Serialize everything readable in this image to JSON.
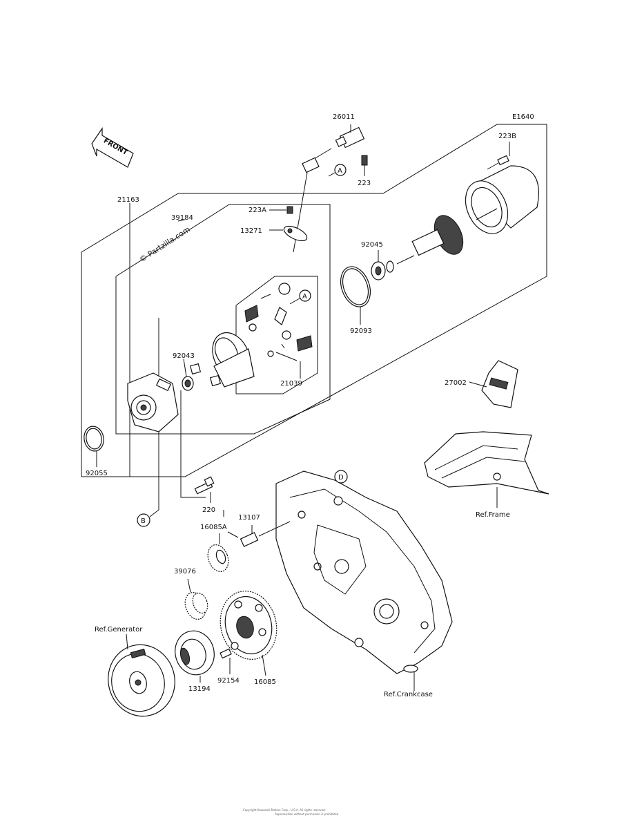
{
  "diagram": {
    "code": "E1640",
    "watermark": "© Partzilla.com",
    "front_label": "FRONT",
    "footer_lines": [
      "Copyright Kawasaki Motors Corp., U.S.A. All rights reserved.",
      "Reproduction without permission is prohibited."
    ],
    "callouts": {
      "26011": "26011",
      "223B": "223B",
      "223": "223",
      "A_top": "A",
      "21163": "21163",
      "223A": "223A",
      "39184": "39184",
      "13271": "13271",
      "92045": "92045",
      "A_mid": "A",
      "92093": "92093",
      "92043": "92043",
      "21039": "21039",
      "27002": "27002",
      "92055": "92055",
      "D": "D",
      "220": "220",
      "13107": "13107",
      "16085A": "16085A",
      "B": "B",
      "ref_frame": "Ref.Frame",
      "39076": "39076",
      "ref_generator": "Ref.Generator",
      "92154": "92154",
      "16085": "16085",
      "13194": "13194",
      "ref_crankcase": "Ref.Crankcase"
    }
  }
}
